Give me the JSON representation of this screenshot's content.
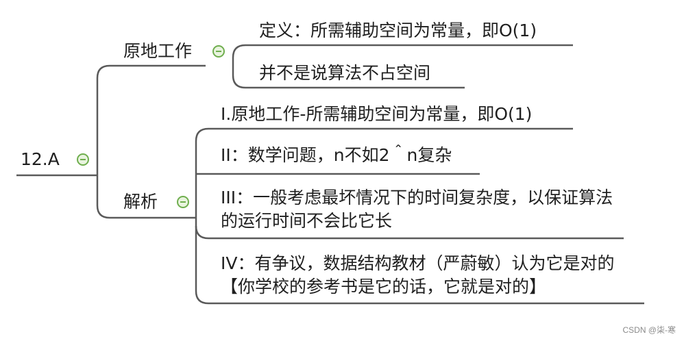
{
  "root": {
    "label": "12.A"
  },
  "branches": [
    {
      "label": "原地工作",
      "children": [
        "定义：所需辅助空间为常量，即O(1)",
        "并不是说算法不占空间"
      ]
    },
    {
      "label": "解析",
      "children": [
        "I.原地工作-所需辅助空间为常量，即O(1)",
        "II：数学问题，n不如2＾n复杂",
        "III：一般考虑最坏情况下的时间复杂度，以保证算法的运行时间不会比它长",
        "IV：有争议，数据结构教材（严蔚敏）认为它是对的【你学校的参考书是它的话，它就是对的】"
      ]
    }
  ],
  "watermark": "CSDN @柒-寒",
  "colors": {
    "line": "#5a5a5a",
    "collapse_stroke": "#6fae4e",
    "collapse_fill": "#e9f4df"
  },
  "icons": {
    "collapse": "minus-circle-icon"
  }
}
